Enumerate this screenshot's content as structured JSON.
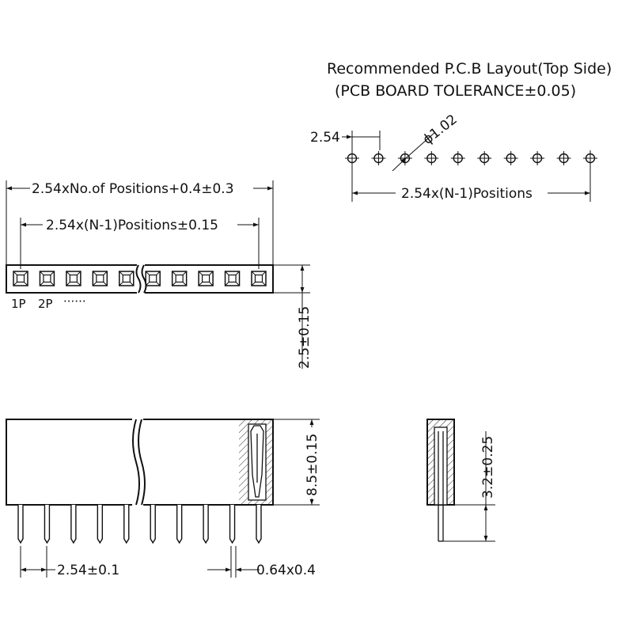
{
  "pcb_layout": {
    "title": "Recommended P.C.B Layout(Top Side)",
    "tolerance": "(PCB BOARD TOLERANCE±0.05)",
    "pitch_label": "2.54",
    "hole_label": "ϕ1.02",
    "span_label": "2.54x(N-1)Positions",
    "hole_count": 10
  },
  "top_view": {
    "overall_label": "2.54xNo.of Positions+0.4±0.3",
    "pin_span_label": "2.54x(N-1)Positions±0.15",
    "pin1_label": "1P",
    "pin2_label": "2P",
    "ellipsis": "······",
    "width_label": "2.5±0.15",
    "pin_count": 10
  },
  "front_view": {
    "height_label": "8.5±0.15",
    "pitch_label": "2.54±0.1",
    "pin_size_label": "0.64x0.4"
  },
  "side_view": {
    "tail_label": "3.2±0.25"
  }
}
